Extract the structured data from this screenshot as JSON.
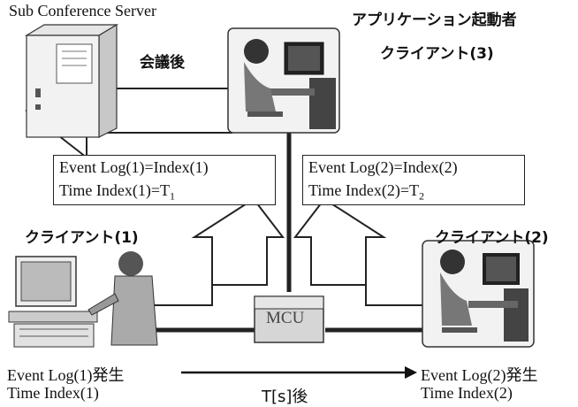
{
  "server": {
    "label": "Sub Conference Server"
  },
  "client3": {
    "role_label": "アプリケーション起動者",
    "name": "クライアント(3)"
  },
  "after_meeting": "会議後",
  "log_box_1": {
    "line1": "Event Log(1)=Index(1)",
    "line2_prefix": "Time Index(1)=T",
    "line2_sub": "1"
  },
  "log_box_2": {
    "line1": "Event Log(2)=Index(2)",
    "line2_prefix": "Time Index(2)=T",
    "line2_sub": "2"
  },
  "client1": {
    "name": "クライアント(1)",
    "event_line1": "Event Log(1)発生",
    "event_line2": "Time Index(1)"
  },
  "client2": {
    "name": "クライアント(2)",
    "event_line1": "Event Log(2)発生",
    "event_line2": "Time Index(2)"
  },
  "mcu": {
    "label": "MCU"
  },
  "timeline": {
    "label": "T[s]後"
  }
}
